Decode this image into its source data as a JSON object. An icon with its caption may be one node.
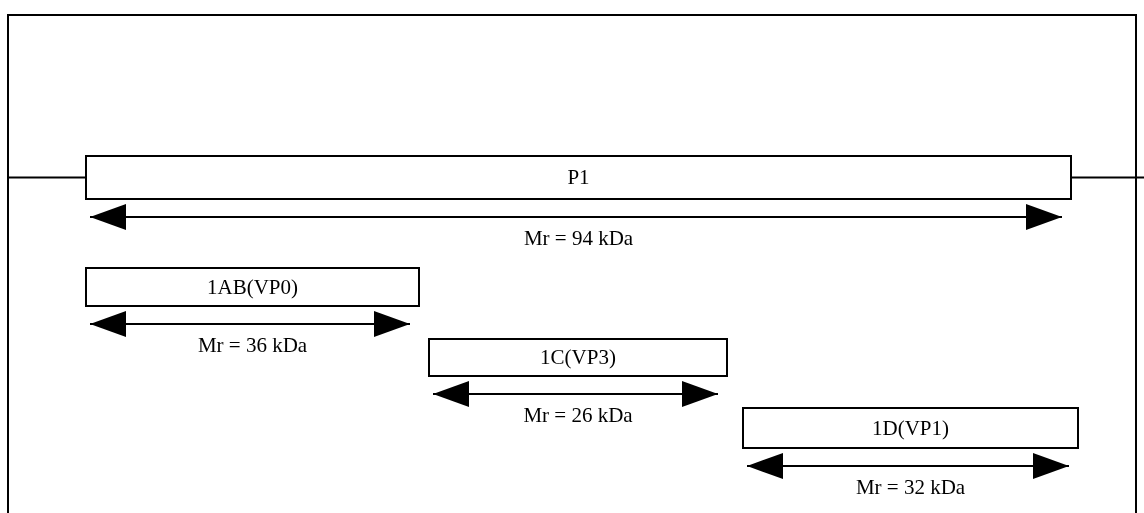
{
  "diagram": {
    "nodes": [
      {
        "text": [
          "P1"
        ],
        "beside": [
          "Mr = 94 kDa"
        ]
      },
      {
        "text": [
          "1AB(VP0)"
        ],
        "beside": [
          "Mr = 36 kDa"
        ]
      },
      {
        "text": [
          "1C(VP3)"
        ],
        "beside": [
          "Mr = 26 kDa"
        ]
      },
      {
        "text": [
          "1D(VP1)"
        ],
        "beside": [
          "Mr = 32 kDa"
        ]
      }
    ]
  }
}
